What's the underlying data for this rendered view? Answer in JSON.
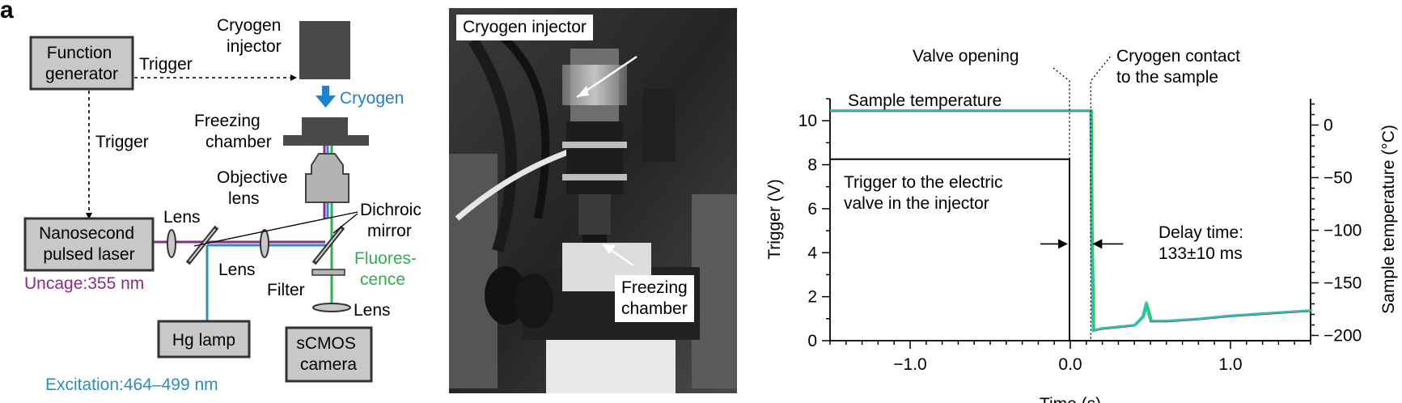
{
  "panel_label": "a",
  "schematic": {
    "function_generator": [
      "Function",
      "generator"
    ],
    "trigger_h": "Trigger",
    "trigger_v": "Trigger",
    "cryogen_injector": [
      "Cryogen",
      "injector"
    ],
    "cryogen": "Cryogen",
    "freezing_chamber": [
      "Freezing",
      "chamber"
    ],
    "objective_lens": [
      "Objective",
      "lens"
    ],
    "dichroic_mirror": [
      "Dichroic",
      "mirror"
    ],
    "nanosecond_laser": [
      "Nanosecond",
      "pulsed laser"
    ],
    "lens_top": "Lens",
    "lens_mid": "Lens",
    "lens_bottom": "Lens",
    "uncage": "Uncage:355 nm",
    "filter": "Filter",
    "fluorescence": [
      "Fluores-",
      "cence"
    ],
    "hg_lamp": "Hg lamp",
    "scmos_camera": [
      "sCMOS",
      "camera"
    ],
    "excitation": "Excitation:464–499 nm"
  },
  "photo": {
    "callout_injector": "Cryogen injector",
    "callout_chamber": [
      "Freezing",
      "chamber"
    ]
  },
  "colors": {
    "uv_purple": "#8b2a8c",
    "excitation_blue": "#2a8fbf",
    "fluorescence_green": "#2bb24c",
    "cryogen_arrow": "#1f7fd1",
    "box_gray": "#c8c8c8",
    "temperature_red": "#c0392b",
    "temperature_green": "#2ecc40",
    "temperature_cyan": "#1ec8c8"
  },
  "chart_data": {
    "type": "line",
    "xlabel": "Time (s)",
    "ylabel": "Trigger (V)",
    "ylabel_right": "Sample temperature (°C)",
    "xlim": [
      -1.5,
      1.5
    ],
    "ylim": [
      0,
      11
    ],
    "ylim_right": [
      -205,
      25
    ],
    "xticks": [
      -1.0,
      0.0,
      1.0
    ],
    "xtick_labels": [
      "−1.0",
      "0.0",
      "1.0"
    ],
    "yticks": [
      0,
      2,
      4,
      6,
      8,
      10
    ],
    "yticks_right": [
      0,
      -50,
      -100,
      -150,
      -200
    ],
    "ytick_labels_right": [
      "0",
      "−50",
      "−100",
      "−150",
      "−200"
    ],
    "grid": false,
    "series": [
      {
        "name": "Trigger to the electric valve in the injector",
        "axis": "left",
        "color": "#000000",
        "x": [
          -1.5,
          -0.005,
          -0.005,
          1.5
        ],
        "y": [
          8.25,
          8.25,
          0,
          0
        ]
      },
      {
        "name": "Sample temperature",
        "axis": "right",
        "color": "#1ec8c8",
        "x": [
          -1.5,
          0.125,
          0.13,
          0.14,
          0.2,
          0.4,
          0.45,
          0.47,
          0.5,
          0.6,
          0.8,
          1.0,
          1.2,
          1.5
        ],
        "y": [
          14,
          14,
          -100,
          -195,
          -193,
          -190,
          -182,
          -170,
          -186,
          -186,
          -184,
          -181,
          -179,
          -176
        ]
      }
    ],
    "annotations": {
      "valve_opening": "Valve opening",
      "cryogen_contact": [
        "Cryogen contact",
        "to the sample"
      ],
      "sample_temperature": "Sample temperature",
      "trigger_text": [
        "Trigger to the electric",
        "valve in the injector"
      ],
      "delay_time": [
        "Delay time:",
        "133±10 ms"
      ],
      "valve_opening_time": -0.005,
      "cryogen_contact_time": 0.128
    }
  }
}
